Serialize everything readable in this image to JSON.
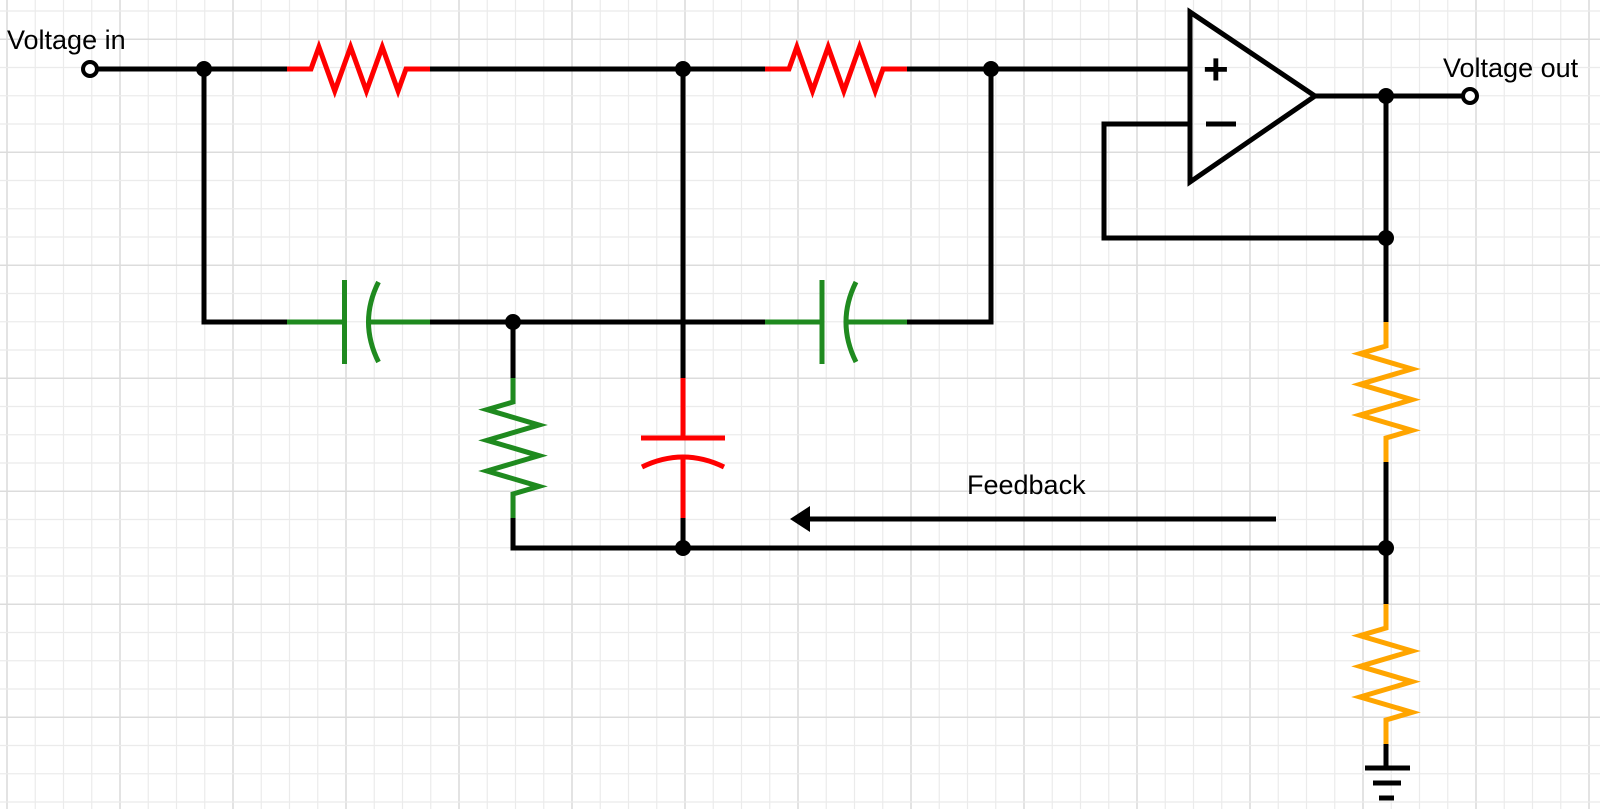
{
  "diagram": {
    "type": "circuit-schematic",
    "description": "Wien-bridge / twin-T style active filter with op-amp buffer and resistive feedback divider",
    "colors": {
      "wire": "#000000",
      "grid_minor": "#ebebeb",
      "grid_major": "#dcdcdc",
      "series_resistors": "#ff0000",
      "shunt_capacitor": "#ff0000",
      "series_capacitors": "#1f8a1f",
      "shunt_resistor": "#1f8a1f",
      "divider_resistors": "#ffa500"
    },
    "labels": {
      "input": "Voltage in",
      "output": "Voltage out",
      "feedback": "Feedback"
    },
    "opamp": {
      "plus_symbol": "+",
      "minus_symbol": "−"
    },
    "components": [
      {
        "id": "R1",
        "kind": "resistor",
        "color_role": "series_resistors",
        "orientation": "horizontal"
      },
      {
        "id": "R2",
        "kind": "resistor",
        "color_role": "series_resistors",
        "orientation": "horizontal"
      },
      {
        "id": "C1",
        "kind": "capacitor",
        "color_role": "series_capacitors",
        "orientation": "horizontal"
      },
      {
        "id": "C2",
        "kind": "capacitor",
        "color_role": "series_capacitors",
        "orientation": "horizontal"
      },
      {
        "id": "R3",
        "kind": "resistor",
        "color_role": "shunt_resistor",
        "orientation": "vertical"
      },
      {
        "id": "C3",
        "kind": "capacitor",
        "color_role": "shunt_capacitor",
        "orientation": "vertical"
      },
      {
        "id": "R4",
        "kind": "resistor",
        "color_role": "divider_resistors",
        "orientation": "vertical"
      },
      {
        "id": "R5",
        "kind": "resistor",
        "color_role": "divider_resistors",
        "orientation": "vertical"
      },
      {
        "id": "U1",
        "kind": "op-amp"
      },
      {
        "id": "GND",
        "kind": "ground"
      }
    ]
  }
}
